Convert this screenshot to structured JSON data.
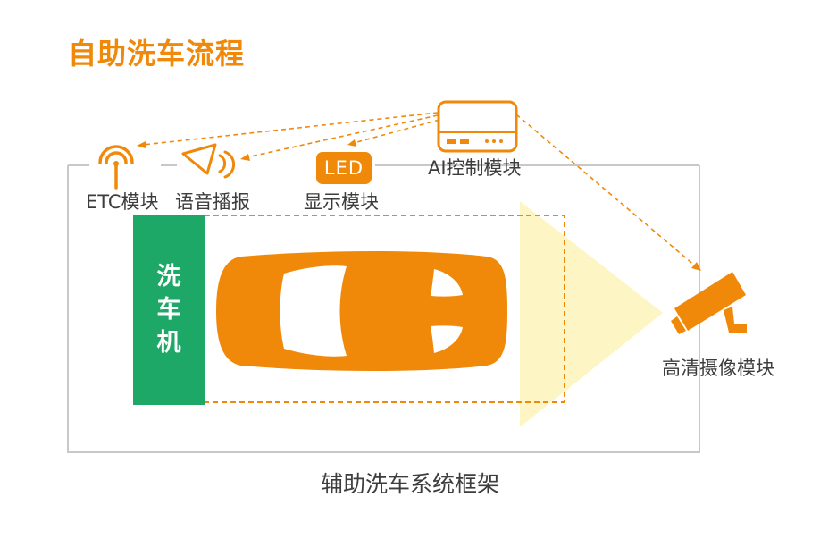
{
  "title": "自助洗车流程",
  "modules": {
    "etc": "ETC模块",
    "voice": "语音播报",
    "display": "显示模块",
    "led_text": "LED",
    "ai": "AI控制模块",
    "camera": "高清摄像模块"
  },
  "washer": {
    "chars": [
      "洗",
      "车",
      "机"
    ]
  },
  "frame_label": "辅助洗车系统框架",
  "colors": {
    "accent": "#f0890a",
    "washer": "#1ea868",
    "light_beam": "#fdf6c4",
    "frame": "#c8c8c8"
  },
  "icons": [
    "wifi-signal-icon",
    "speaker-icon",
    "led-display-icon",
    "router-icon",
    "camera-icon",
    "car-icon"
  ]
}
